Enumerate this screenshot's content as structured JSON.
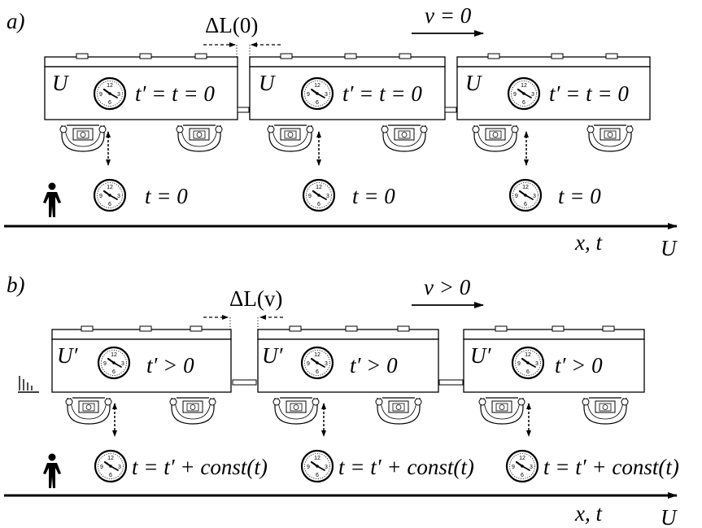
{
  "panels": {
    "a": {
      "label": "a)",
      "gap_label": "ΔL(0)",
      "velocity_label": "v = 0",
      "frame_label": "U",
      "wagon_time": "t′ = t = 0",
      "ground_time": "t = 0",
      "axis_label": "x, t",
      "axis_frame": "U"
    },
    "b": {
      "label": "b)",
      "gap_label": "ΔL(v)",
      "velocity_label": "v > 0",
      "frame_label": "U′",
      "wagon_time": "t′ > 0",
      "ground_time": "t = t′ + const(t)",
      "axis_label": "x, t",
      "axis_frame": "U"
    }
  },
  "icons": [
    "clock-icon",
    "person-icon",
    "wheel-icon",
    "motion-lines-icon",
    "double-arrow-icon"
  ]
}
